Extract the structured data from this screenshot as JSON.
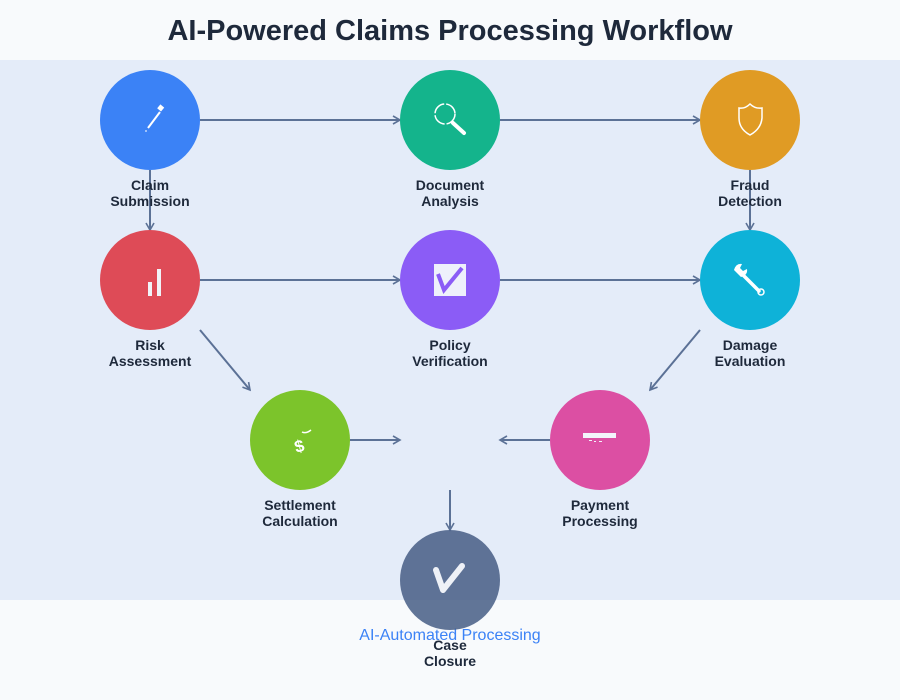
{
  "title": "AI-Powered Claims Processing Workflow",
  "footer_label": "AI-Automated Processing",
  "nodes": [
    {
      "id": "claim-submission",
      "line1": "Claim",
      "line2": "Submission",
      "color": "#3b82f6",
      "icon": "pen-icon"
    },
    {
      "id": "document-analysis",
      "line1": "Document",
      "line2": "Analysis",
      "color": "#14b48c",
      "icon": "magnifier-icon"
    },
    {
      "id": "fraud-detection",
      "line1": "Fraud",
      "line2": "Detection",
      "color": "#e09b24",
      "icon": "shield-icon"
    },
    {
      "id": "risk-assessment",
      "line1": "Risk",
      "line2": "Assessment",
      "color": "#de4b57",
      "icon": "bar-chart-icon"
    },
    {
      "id": "policy-verification",
      "line1": "Policy",
      "line2": "Verification",
      "color": "#8b5cf6",
      "icon": "checkbox-icon"
    },
    {
      "id": "damage-evaluation",
      "line1": "Damage",
      "line2": "Evaluation",
      "color": "#0eb2d8",
      "icon": "wrench-icon"
    },
    {
      "id": "settlement-calculation",
      "line1": "Settlement",
      "line2": "Calculation",
      "color": "#7cc42b",
      "icon": "money-icon"
    },
    {
      "id": "payment-processing",
      "line1": "Payment",
      "line2": "Processing",
      "color": "#dc4fa3",
      "icon": "credit-card-icon"
    },
    {
      "id": "case-closure",
      "line1": "Case",
      "line2": "Closure",
      "color": "#475d85",
      "icon": "checkmark-icon"
    }
  ],
  "edges": [
    {
      "from": "claim-submission",
      "to": "document-analysis"
    },
    {
      "from": "document-analysis",
      "to": "fraud-detection"
    },
    {
      "from": "claim-submission",
      "to": "risk-assessment"
    },
    {
      "from": "fraud-detection",
      "to": "damage-evaluation"
    },
    {
      "from": "risk-assessment",
      "to": "policy-verification"
    },
    {
      "from": "policy-verification",
      "to": "damage-evaluation"
    },
    {
      "from": "risk-assessment",
      "to": "settlement-calculation"
    },
    {
      "from": "damage-evaluation",
      "to": "payment-processing"
    },
    {
      "from": "settlement-calculation",
      "to": "center-hub"
    },
    {
      "from": "payment-processing",
      "to": "center-hub"
    },
    {
      "from": "center-hub",
      "to": "case-closure"
    }
  ]
}
